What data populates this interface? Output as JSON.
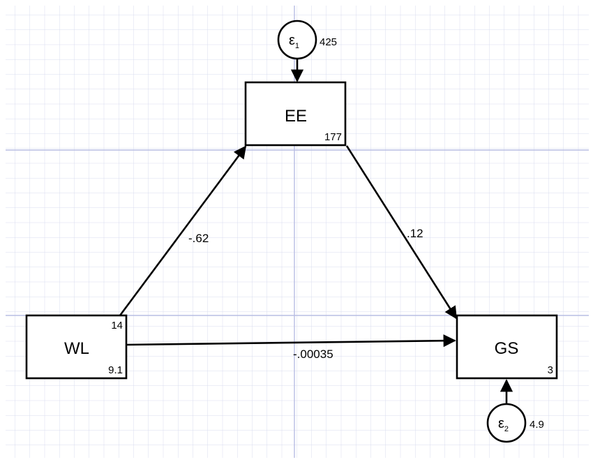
{
  "diagram": {
    "nodes": {
      "ee": {
        "label": "EE",
        "value": "177"
      },
      "wl": {
        "label": "WL",
        "value_top": "14",
        "value_bottom": "9.1"
      },
      "gs": {
        "label": "GS",
        "value": "3"
      }
    },
    "errors": {
      "e1": {
        "symbol": "ε",
        "subscript": "1",
        "variance": "425"
      },
      "e2": {
        "symbol": "ε",
        "subscript": "2",
        "variance": "4.9"
      }
    },
    "paths": {
      "wl_ee": "-.62",
      "ee_gs": ".12",
      "wl_gs": "-.00035"
    }
  }
}
